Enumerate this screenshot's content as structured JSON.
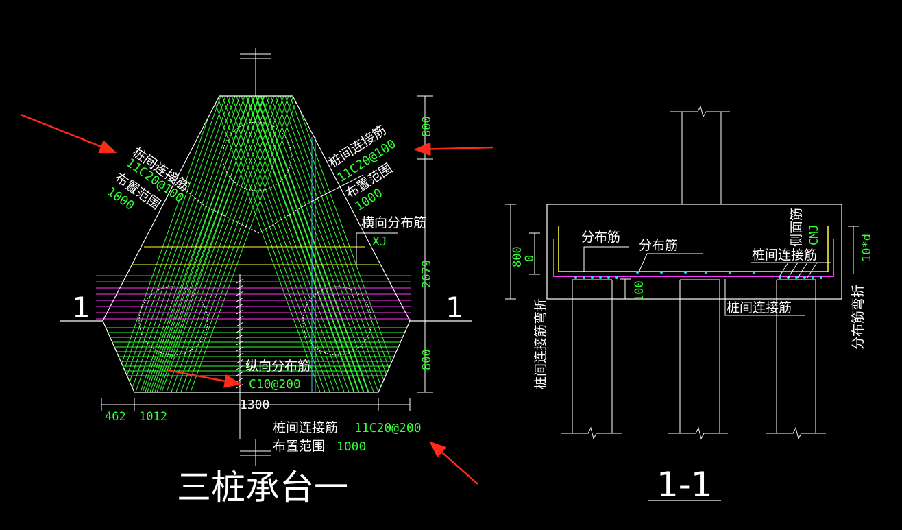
{
  "plan": {
    "title": "三桩承台一",
    "section_mark": "1",
    "upper_left": {
      "name": "桩间连接筋",
      "spec": "11C20@100",
      "range_label": "布置范围",
      "range_value": "1000"
    },
    "upper_right": {
      "name": "桩间连接筋",
      "spec": "11C20@100",
      "range_label": "布置范围",
      "range_value": "1000"
    },
    "transverse": {
      "name": "横向分布筋",
      "spec": "XJ"
    },
    "longitudinal": {
      "name": "纵向分布筋",
      "spec": "C10@200"
    },
    "bottom": {
      "name": "桩间连接筋",
      "spec": "11C20@200",
      "range_label": "布置范围",
      "range_value": "1000"
    },
    "dims_right": [
      "800",
      "2079",
      "800"
    ],
    "dims_bottom": {
      "total": "1300",
      "a": "462",
      "b": "1012"
    }
  },
  "section": {
    "title": "1-1",
    "labels": {
      "dist1": "分布筋",
      "dist2": "分布筋",
      "side": "侧面筋",
      "side_spec": "CMJ",
      "link_right": "桩间连接筋",
      "link_below": "桩间连接筋",
      "left_vertical": "桩间连接筋弯折",
      "right_vertical": "分布筋弯折"
    },
    "dims": {
      "height": "800",
      "zero": "0",
      "cover": "100",
      "tend": "10*d"
    }
  },
  "colors": {
    "white": "#ffffff",
    "green": "#33ff33",
    "magenta": "#ff33ff",
    "yellow": "#ffff33",
    "cyan": "#33ccff",
    "red": "#ff2a1a"
  }
}
